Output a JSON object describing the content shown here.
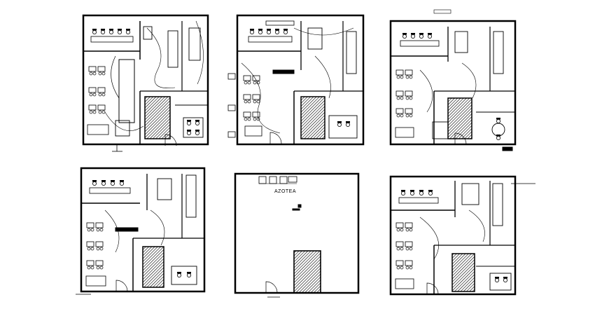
{
  "sheet": {
    "plans": [
      {
        "id": "plan-1",
        "label": ""
      },
      {
        "id": "plan-2",
        "label": ""
      },
      {
        "id": "plan-3",
        "label": ""
      },
      {
        "id": "plan-4",
        "label": ""
      },
      {
        "id": "plan-5",
        "label": "AZOTEA"
      },
      {
        "id": "plan-6",
        "label": ""
      }
    ]
  },
  "colors": {
    "line": "#000000",
    "background": "#ffffff"
  }
}
